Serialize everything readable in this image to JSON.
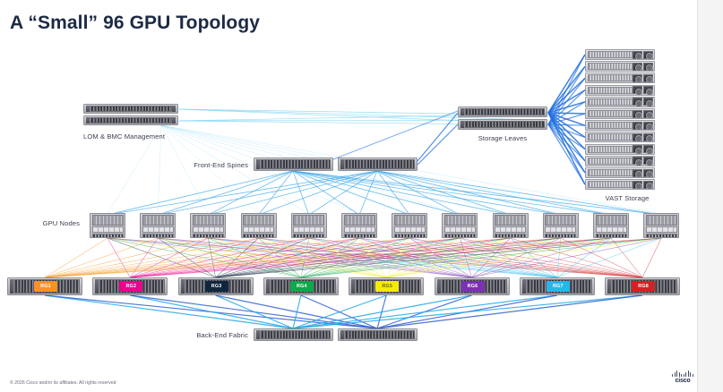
{
  "slide": {
    "title": "A “Small” 96 GPU Topology",
    "copyright": "© 2026 Cisco and/or its affiliates. All rights reserved",
    "brand": "cisco"
  },
  "labels": {
    "lom": "LOM & BMC Management",
    "front_end_spines": "Front-End Spines",
    "storage_leaves": "Storage Leaves",
    "vast_storage": "VAST Storage",
    "gpu_nodes": "GPU Nodes",
    "back_end_fabric": "Back-End Fabric"
  },
  "tiers": {
    "lom_switch_count": 2,
    "front_end_spine_count": 2,
    "storage_leaf_count": 2,
    "vast_storage_count": 12,
    "gpu_node_count": 12,
    "leaf_switch_count": 8,
    "back_end_fabric_count": 2
  },
  "rack_groups": [
    {
      "label": "RG1",
      "color": "#f7941e",
      "text": "#ffffff"
    },
    {
      "label": "RG2",
      "color": "#ec008c",
      "text": "#ffffff"
    },
    {
      "label": "RG3",
      "color": "#10263f",
      "text": "#ffffff"
    },
    {
      "label": "RG4",
      "color": "#0fa84b",
      "text": "#ffffff"
    },
    {
      "label": "RG5",
      "color": "#f5ec00",
      "text": "#6b6b00"
    },
    {
      "label": "RG6",
      "color": "#7b31b5",
      "text": "#ffffff"
    },
    {
      "label": "RG7",
      "color": "#22b8ea",
      "text": "#ffffff"
    },
    {
      "label": "RG8",
      "color": "#d91f26",
      "text": "#ffffff"
    }
  ],
  "link_colors": {
    "front_end": "#3aa6e8",
    "storage": "#1f6fe0",
    "back_end": "#2f5fd0",
    "management": "#7fd4f5"
  }
}
